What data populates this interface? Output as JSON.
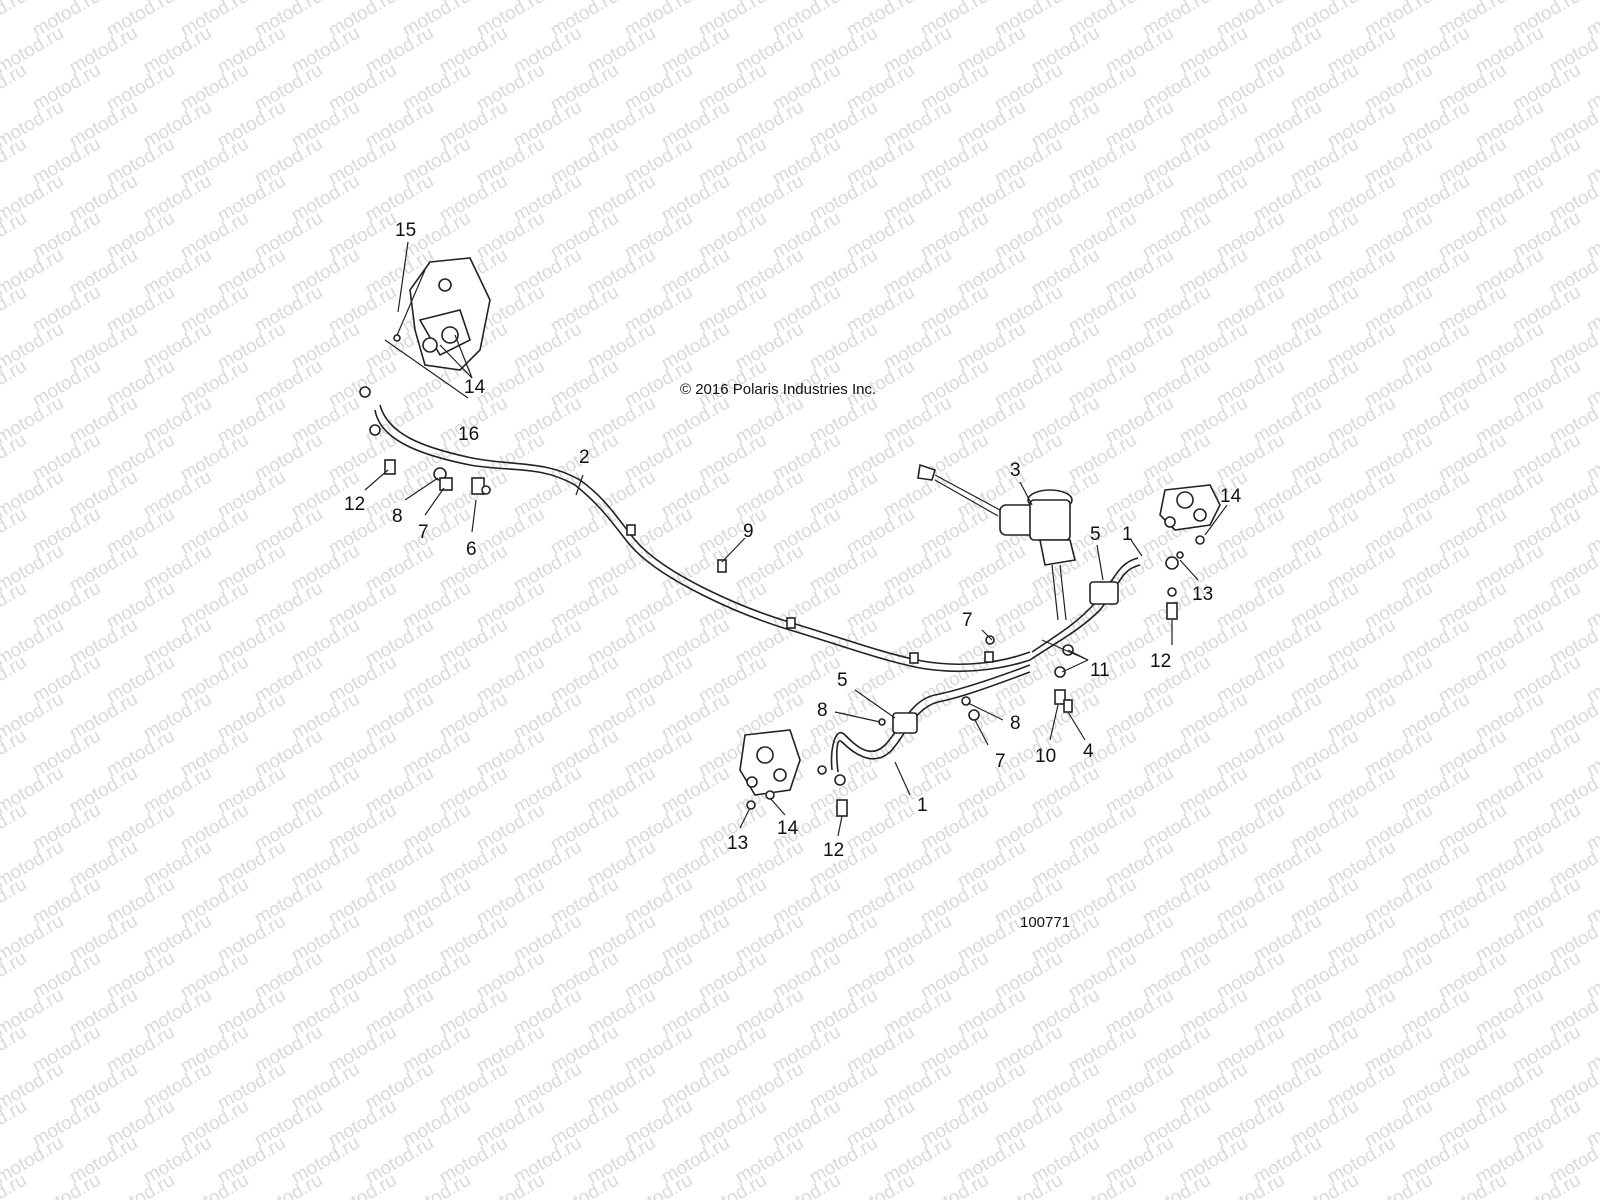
{
  "watermark": {
    "text": "motod.ru",
    "color": "#d9d9d9"
  },
  "copyright": "© 2016 Polaris Industries Inc.",
  "drawing_number": "100771",
  "callouts": {
    "c15": "15",
    "c14a": "14",
    "c16": "16",
    "c12a": "12",
    "c8a": "8",
    "c7a": "7",
    "c6": "6",
    "c2": "2",
    "c9": "9",
    "c3": "3",
    "c14b": "14",
    "c1a": "1",
    "c5a": "5",
    "c13a": "13",
    "c12b": "12",
    "c7b": "7",
    "c11": "11",
    "c5b": "5",
    "c8b": "8",
    "c8c": "8",
    "c7c": "7",
    "c10": "10",
    "c4": "4",
    "c1b": "1",
    "c13b": "13",
    "c14c": "14",
    "c12c": "12"
  },
  "colors": {
    "line": "#222222",
    "text": "#111111",
    "background": "#ffffff"
  }
}
